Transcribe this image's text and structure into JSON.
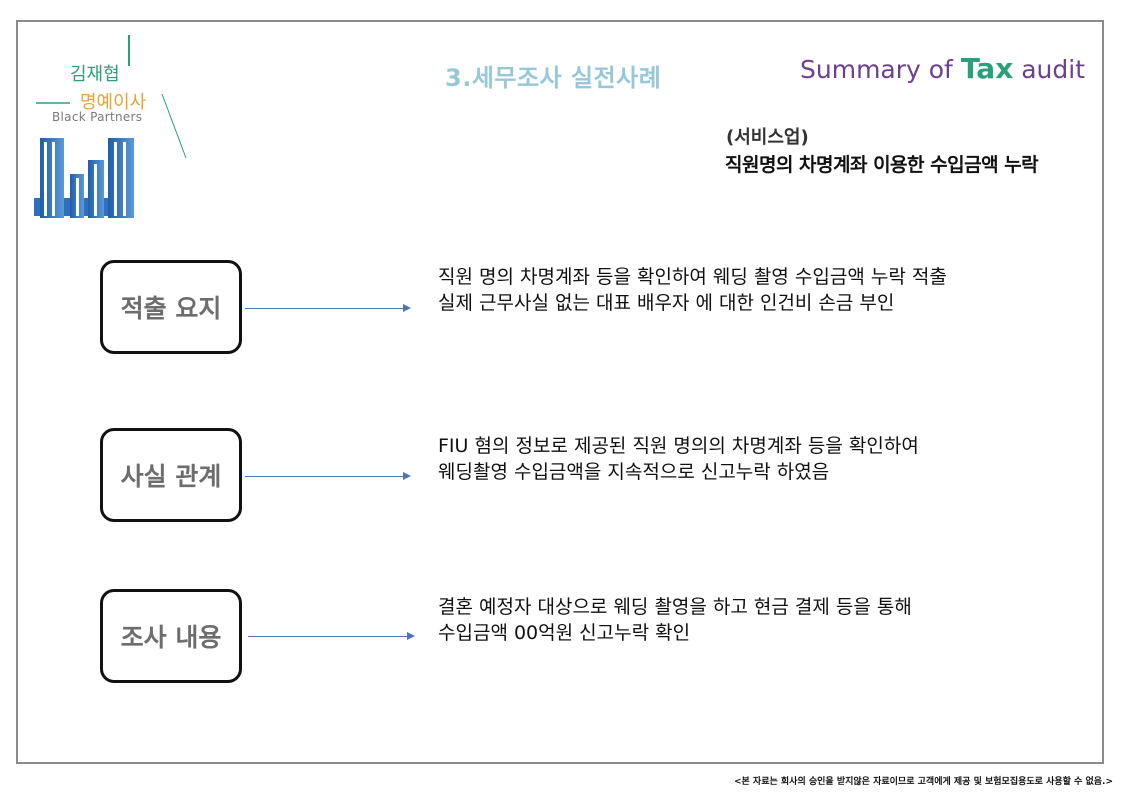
{
  "logo": {
    "name": "김재협",
    "title": "명예이사",
    "company": "Black Partners"
  },
  "header": {
    "section_title": "3.세무조사 실전사례",
    "brand_prefix": "Summary of ",
    "brand_highlight": "Tax",
    "brand_suffix": " audit",
    "case_category": "(서비스업)",
    "case_title": "직원명의 차명계좌 이용한 수입금액 누락"
  },
  "rows": [
    {
      "label": "적출 요지",
      "lines": [
        "직원 명의 차명계좌 등을 확인하여 웨딩 촬영 수입금액 누락 적출",
        "실제 근무사실 없는 대표 배우자 에 대한 인건비 손금 부인"
      ]
    },
    {
      "label": "사실 관계",
      "lines": [
        "FIU 혐의 정보로 제공된 직원 명의의 차명계좌 등을 확인하여",
        "웨딩촬영 수입금액을 지속적으로 신고누락 하였음"
      ]
    },
    {
      "label": "조사 내용",
      "lines": [
        "결혼 예정자 대상으로 웨딩 촬영을 하고 현금 결제 등을 통해",
        "수입금액 00억원 신고누락 확인"
      ]
    }
  ],
  "footer": "<본 자료는 회사의 승인을 받지않은 자료이므로 고객에게 제공 및 보험모집용도로 사용할 수 없음.>",
  "colors": {
    "accent_green": "#2aa07a",
    "accent_orange": "#e7a23a",
    "accent_purple": "#6c3f91",
    "section_blue": "#97c8d9",
    "arrow_blue": "#4a76b5",
    "building_blue": "#2f6fbf"
  },
  "icons": [
    "building-logo-icon",
    "arrow-right-icon"
  ]
}
